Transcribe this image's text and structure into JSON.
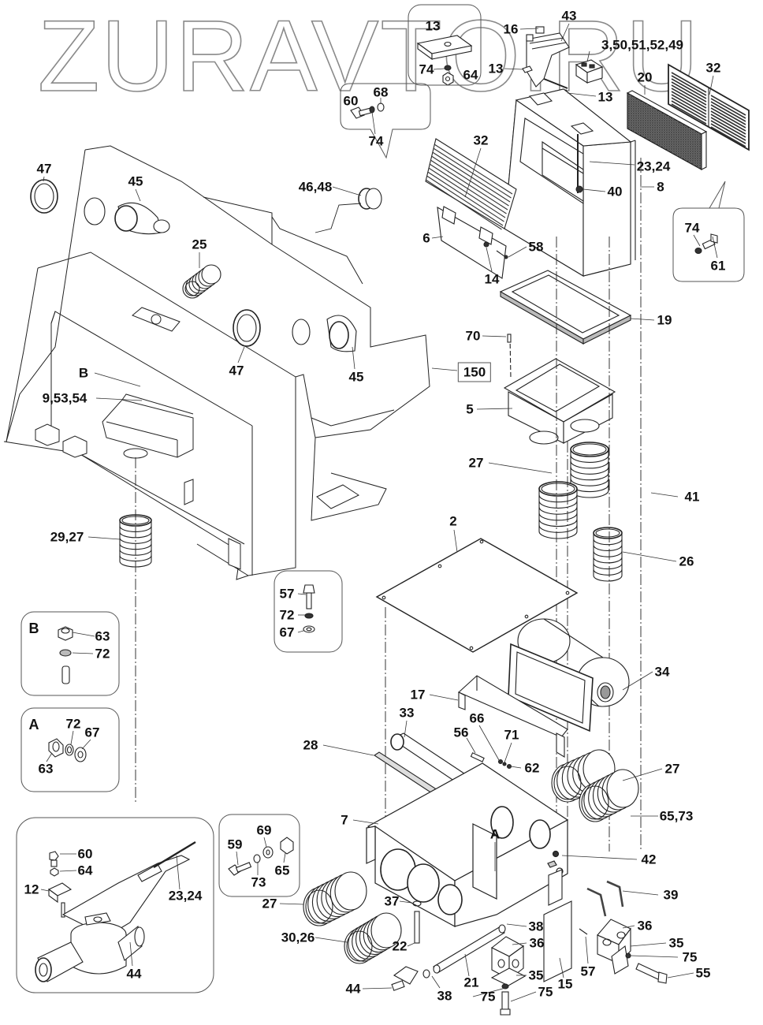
{
  "watermark": "ZURAVTO.RU",
  "diagram": {
    "type": "exploded-parts-diagram",
    "subject": "cab heater / ventilation unit assembly",
    "callouts": [
      {
        "id": "c13a",
        "text": "13"
      },
      {
        "id": "c16",
        "text": "16"
      },
      {
        "id": "c43",
        "text": "43"
      },
      {
        "id": "c3_50",
        "text": "3,50,51,52,49"
      },
      {
        "id": "c32a",
        "text": "32"
      },
      {
        "id": "c20",
        "text": "20"
      },
      {
        "id": "c74a",
        "text": "74"
      },
      {
        "id": "c64a",
        "text": "64"
      },
      {
        "id": "c13b",
        "text": "13"
      },
      {
        "id": "c13c",
        "text": "13"
      },
      {
        "id": "c60a",
        "text": "60"
      },
      {
        "id": "c68",
        "text": "68"
      },
      {
        "id": "c74b",
        "text": "74"
      },
      {
        "id": "c32b",
        "text": "32"
      },
      {
        "id": "c23_24a",
        "text": "23,24"
      },
      {
        "id": "c40",
        "text": "40"
      },
      {
        "id": "c8",
        "text": "8"
      },
      {
        "id": "c47a",
        "text": "47"
      },
      {
        "id": "c45a",
        "text": "45"
      },
      {
        "id": "c46_48",
        "text": "46,48"
      },
      {
        "id": "c6",
        "text": "6"
      },
      {
        "id": "c58",
        "text": "58"
      },
      {
        "id": "c14",
        "text": "14"
      },
      {
        "id": "c74c",
        "text": "74"
      },
      {
        "id": "c61",
        "text": "61"
      },
      {
        "id": "c25",
        "text": "25"
      },
      {
        "id": "c19",
        "text": "19"
      },
      {
        "id": "c70",
        "text": "70"
      },
      {
        "id": "c47b",
        "text": "47"
      },
      {
        "id": "c45b",
        "text": "45"
      },
      {
        "id": "c150",
        "text": "150",
        "boxed": true
      },
      {
        "id": "cB",
        "text": "B"
      },
      {
        "id": "c9_53_54",
        "text": "9,53,54"
      },
      {
        "id": "c5",
        "text": "5"
      },
      {
        "id": "c27a",
        "text": "27"
      },
      {
        "id": "c41",
        "text": "41"
      },
      {
        "id": "c29_27",
        "text": "29,27"
      },
      {
        "id": "c2",
        "text": "2"
      },
      {
        "id": "c26a",
        "text": "26"
      },
      {
        "id": "c57a",
        "text": "57"
      },
      {
        "id": "c72a",
        "text": "72"
      },
      {
        "id": "c67a",
        "text": "67"
      },
      {
        "id": "c63a",
        "text": "63"
      },
      {
        "id": "c72b",
        "text": "72"
      },
      {
        "id": "c34",
        "text": "34"
      },
      {
        "id": "c17",
        "text": "17"
      },
      {
        "id": "c72c",
        "text": "72"
      },
      {
        "id": "c67b",
        "text": "67"
      },
      {
        "id": "c63b",
        "text": "63"
      },
      {
        "id": "c33",
        "text": "33"
      },
      {
        "id": "c66",
        "text": "66"
      },
      {
        "id": "c71",
        "text": "71"
      },
      {
        "id": "c56",
        "text": "56"
      },
      {
        "id": "c62",
        "text": "62"
      },
      {
        "id": "c28",
        "text": "28"
      },
      {
        "id": "c27b",
        "text": "27"
      },
      {
        "id": "c65_73",
        "text": "65,73"
      },
      {
        "id": "c7",
        "text": "7"
      },
      {
        "id": "cA_main",
        "text": "A"
      },
      {
        "id": "c69",
        "text": "69"
      },
      {
        "id": "c59",
        "text": "59"
      },
      {
        "id": "c65",
        "text": "65"
      },
      {
        "id": "c73",
        "text": "73"
      },
      {
        "id": "c42",
        "text": "42"
      },
      {
        "id": "c60b",
        "text": "60"
      },
      {
        "id": "c64b",
        "text": "64"
      },
      {
        "id": "c12",
        "text": "12"
      },
      {
        "id": "c23_24b",
        "text": "23,24"
      },
      {
        "id": "c39",
        "text": "39"
      },
      {
        "id": "c27c",
        "text": "27"
      },
      {
        "id": "c37",
        "text": "37"
      },
      {
        "id": "c36a",
        "text": "36"
      },
      {
        "id": "c38a",
        "text": "38"
      },
      {
        "id": "c36b",
        "text": "36"
      },
      {
        "id": "c35a",
        "text": "35"
      },
      {
        "id": "c22",
        "text": "22"
      },
      {
        "id": "c30_26",
        "text": "30,26"
      },
      {
        "id": "c75a",
        "text": "75"
      },
      {
        "id": "c57b",
        "text": "57"
      },
      {
        "id": "c55",
        "text": "55"
      },
      {
        "id": "c44a",
        "text": "44"
      },
      {
        "id": "c35b",
        "text": "35"
      },
      {
        "id": "c15",
        "text": "15"
      },
      {
        "id": "c44b",
        "text": "44"
      },
      {
        "id": "c38b",
        "text": "38"
      },
      {
        "id": "c21",
        "text": "21"
      },
      {
        "id": "c75b",
        "text": "75"
      },
      {
        "id": "c75c",
        "text": "75"
      }
    ],
    "detail_views": [
      {
        "id": "detail-B",
        "letter": "B",
        "parts": [
          "63",
          "72"
        ]
      },
      {
        "id": "detail-A",
        "letter": "A",
        "parts": [
          "63",
          "72",
          "67"
        ]
      }
    ]
  }
}
